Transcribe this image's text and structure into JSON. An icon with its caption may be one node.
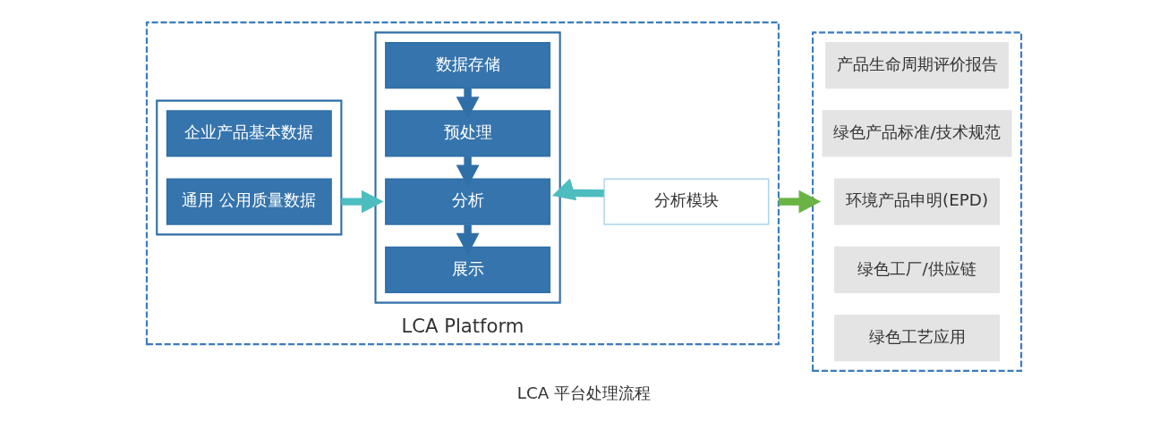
{
  "diagram": {
    "caption": "LCA 平台处理流程",
    "nodes": [
      {
        "text": [
          "LCA Platform"
        ]
      },
      {
        "text": [],
        "shape": "box",
        "in": 0
      },
      {
        "text": [
          "企业产品基本数据"
        ],
        "in": 1
      },
      {
        "text": [
          "通用 公用质量数据"
        ],
        "in": 1
      },
      {
        "text": [],
        "shape": "box",
        "in": 0
      },
      {
        "text": [
          "数据存储"
        ],
        "in": 4
      },
      {
        "text": [
          "预处理"
        ],
        "in": 4
      },
      {
        "text": [
          "分析"
        ],
        "in": 4
      },
      {
        "text": [
          "展示"
        ],
        "in": 4
      },
      {
        "text": [
          "分析模块"
        ],
        "in": 0
      },
      {
        "text": [],
        "shape": "box"
      },
      {
        "text": [
          "产品生命周期评价报告"
        ],
        "in": 10
      },
      {
        "text": [
          "绿色产品标准/技术规范"
        ],
        "in": 10
      },
      {
        "text": [
          "环境产品申明(EPD)"
        ],
        "in": 10
      },
      {
        "text": [
          "绿色工厂/供应链"
        ],
        "in": 10
      },
      {
        "text": [
          "绿色工艺应用"
        ],
        "in": 10
      }
    ],
    "edges": [
      {
        "from": 1,
        "to": 4,
        "arrow": "to",
        "color": "#4dbdc0"
      },
      {
        "from": 5,
        "to": 6,
        "arrow": "to"
      },
      {
        "from": 6,
        "to": 7,
        "arrow": "to"
      },
      {
        "from": 7,
        "to": 8,
        "arrow": "to"
      },
      {
        "from": 9,
        "to": 4,
        "arrow": "to",
        "color": "#4dbdc0"
      },
      {
        "from": 0,
        "to": 10,
        "arrow": "to",
        "color": "#6ab344"
      }
    ]
  }
}
